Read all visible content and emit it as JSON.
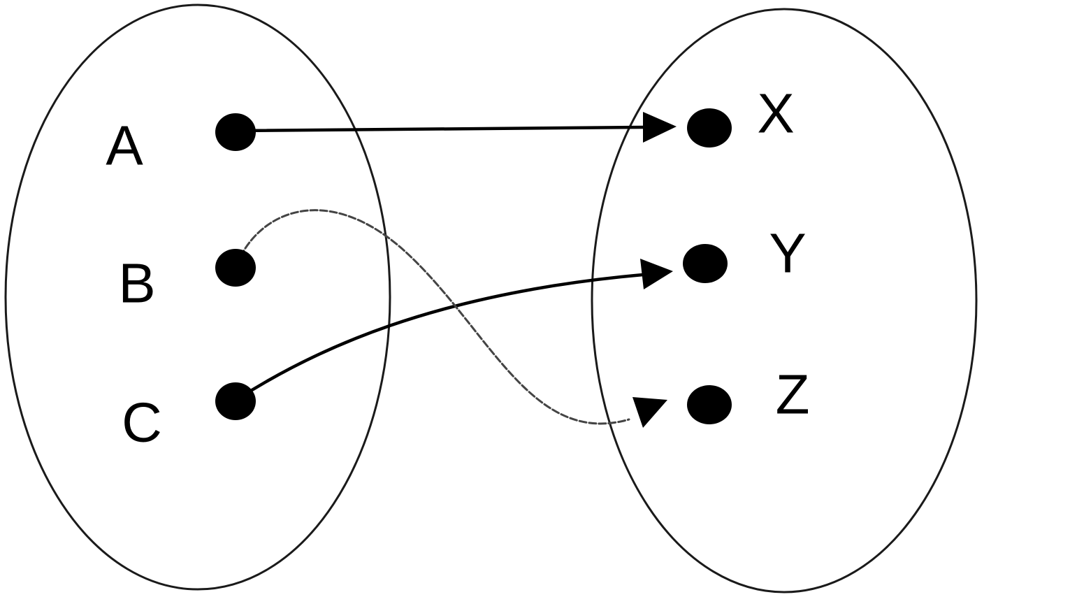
{
  "domain": {
    "elements": [
      {
        "id": "A",
        "label": "A"
      },
      {
        "id": "B",
        "label": "B"
      },
      {
        "id": "C",
        "label": "C"
      }
    ]
  },
  "codomain": {
    "elements": [
      {
        "id": "X",
        "label": "X"
      },
      {
        "id": "Y",
        "label": "Y"
      },
      {
        "id": "Z",
        "label": "Z"
      }
    ]
  },
  "mappings": [
    {
      "from": "A",
      "to": "X",
      "style": "solid"
    },
    {
      "from": "B",
      "to": "Z",
      "style": "dashed"
    },
    {
      "from": "C",
      "to": "Y",
      "style": "solid"
    }
  ]
}
